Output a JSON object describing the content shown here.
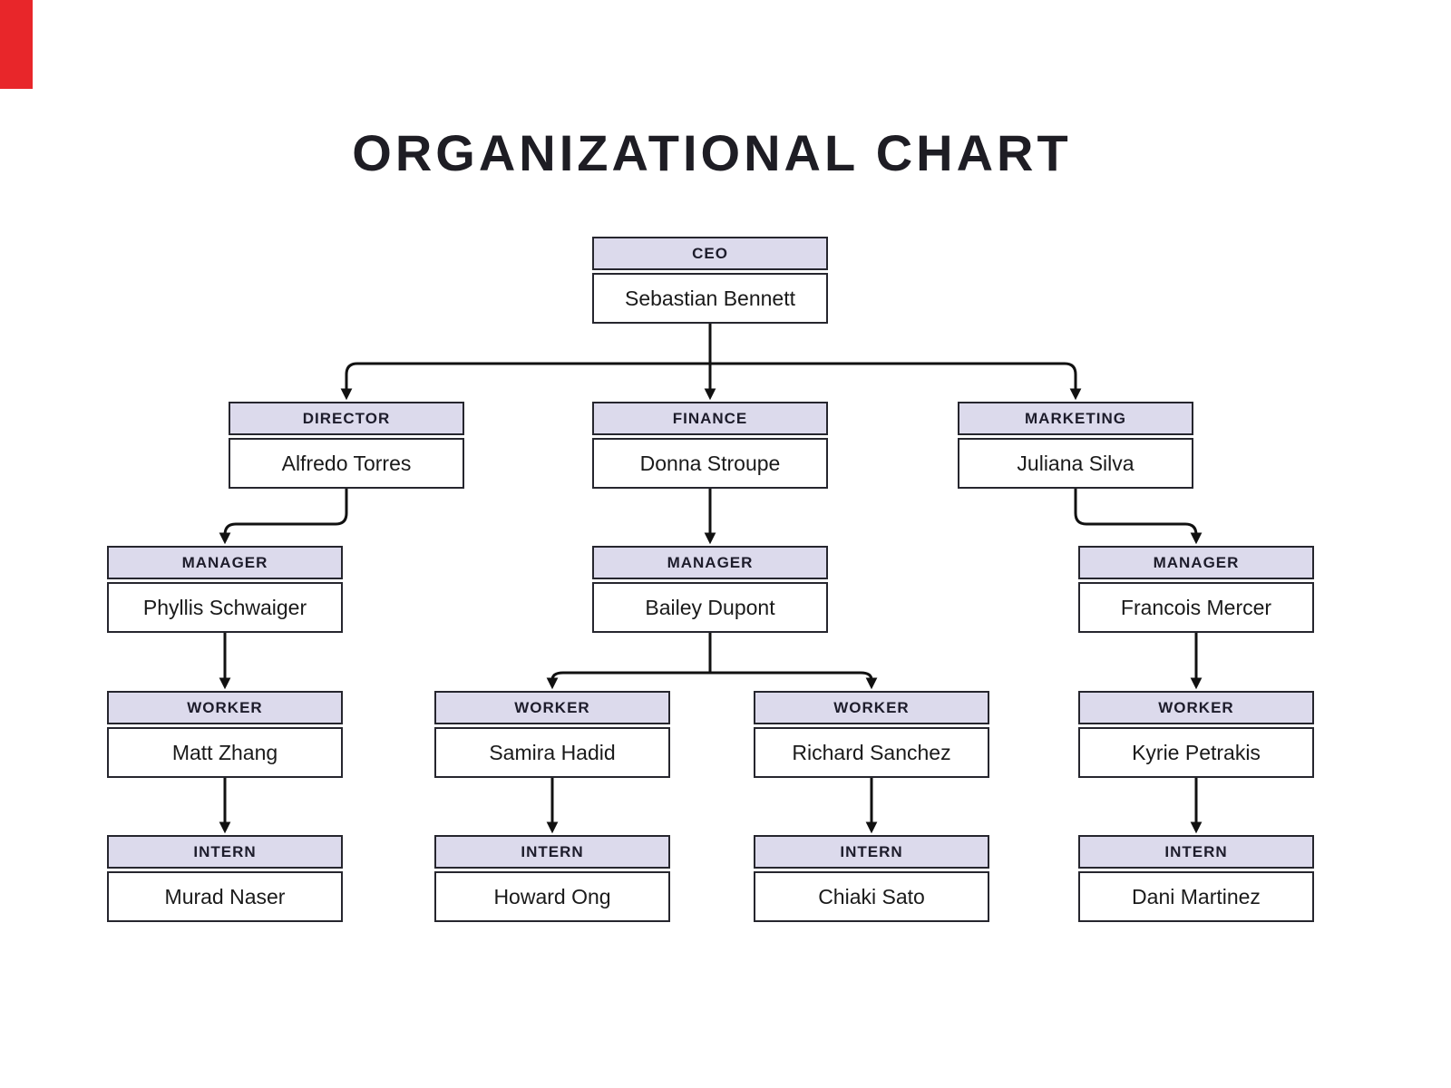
{
  "title": "ORGANIZATIONAL CHART",
  "colors": {
    "background": "#ffffff",
    "header_fill": "#dcdaec",
    "box_border": "#26262e",
    "connector_line": "#111111",
    "title_text": "#1e1d24",
    "corner_accent": "#e8262a"
  },
  "org": {
    "nodes": {
      "ceo": {
        "role": "CEO",
        "name": "Sebastian Bennett",
        "reports_to": null
      },
      "director": {
        "role": "DIRECTOR",
        "name": "Alfredo Torres",
        "reports_to": "Sebastian Bennett"
      },
      "finance": {
        "role": "FINANCE",
        "name": "Donna Stroupe",
        "reports_to": "Sebastian Bennett"
      },
      "marketing": {
        "role": "MARKETING",
        "name": "Juliana Silva",
        "reports_to": "Sebastian Bennett"
      },
      "manager_director": {
        "role": "MANAGER",
        "name": "Phyllis Schwaiger",
        "reports_to": "Alfredo Torres"
      },
      "manager_finance": {
        "role": "MANAGER",
        "name": "Bailey Dupont",
        "reports_to": "Donna Stroupe"
      },
      "manager_marketing": {
        "role": "MANAGER",
        "name": "Francois Mercer",
        "reports_to": "Juliana Silva"
      },
      "worker_director": {
        "role": "WORKER",
        "name": "Matt Zhang",
        "reports_to": "Phyllis Schwaiger"
      },
      "worker_finance_1": {
        "role": "WORKER",
        "name": "Samira Hadid",
        "reports_to": "Bailey Dupont"
      },
      "worker_finance_2": {
        "role": "WORKER",
        "name": "Richard Sanchez",
        "reports_to": "Bailey Dupont"
      },
      "worker_marketing": {
        "role": "WORKER",
        "name": "Kyrie Petrakis",
        "reports_to": "Francois Mercer"
      },
      "intern_director": {
        "role": "INTERN",
        "name": "Murad Naser",
        "reports_to": "Matt Zhang"
      },
      "intern_finance_1": {
        "role": "INTERN",
        "name": "Howard Ong",
        "reports_to": "Samira Hadid"
      },
      "intern_finance_2": {
        "role": "INTERN",
        "name": "Chiaki Sato",
        "reports_to": "Richard Sanchez"
      },
      "intern_marketing": {
        "role": "INTERN",
        "name": "Dani Martinez",
        "reports_to": "Kyrie Petrakis"
      }
    }
  }
}
